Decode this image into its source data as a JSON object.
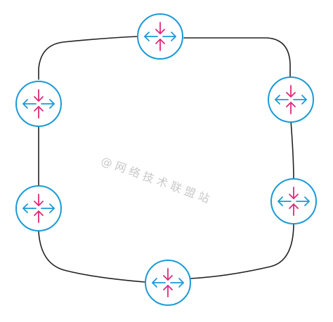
{
  "diagram": {
    "type": "ring-topology",
    "node_type": "router",
    "node_count": 6,
    "links": [
      [
        "router-top",
        "router-right-upper"
      ],
      [
        "router-right-upper",
        "router-right-lower"
      ],
      [
        "router-right-lower",
        "router-bottom"
      ],
      [
        "router-bottom",
        "router-left-lower"
      ],
      [
        "router-left-lower",
        "router-left-upper"
      ],
      [
        "router-left-upper",
        "router-top"
      ]
    ],
    "colors": {
      "link": "#222222",
      "node_border": "#1a9ad6",
      "arrow_inward": "#e0287a",
      "arrow_outward": "#1a9ad6",
      "watermark": "#c9c9c9"
    }
  },
  "watermark": {
    "text": "@网络技术联盟站"
  }
}
